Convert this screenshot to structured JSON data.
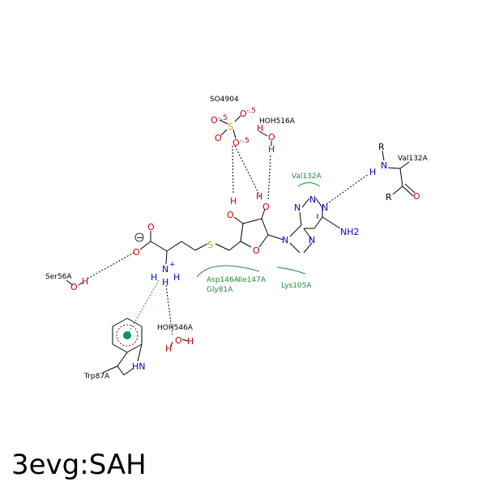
{
  "title": "3evg:SAH",
  "colors": {
    "nitrogen": "#0000cc",
    "oxygen": "#cc0000",
    "sulfur": "#c8a000",
    "hydrophobic": "#1e8c3a",
    "pi_center": "#0b9a4a"
  },
  "ligands": {
    "so4": {
      "name": "SO4904",
      "o1": "O",
      "o1_charge": "-.5",
      "o2": "O",
      "o2_charge": "-.5",
      "o3": "O",
      "o3_charge": "-.5",
      "o4": "O",
      "s": "S"
    },
    "hoh516": {
      "name": "HOH516A",
      "h1": "H",
      "o": "O",
      "h2": "H"
    },
    "hoh546": {
      "name": "HOH546A",
      "o": "O",
      "h": "H"
    }
  },
  "residues": {
    "ser56": {
      "name": "Ser56A",
      "o": "O",
      "h": "H"
    },
    "trp87": {
      "name": "Trp87A",
      "nh": "HN"
    },
    "val132_donor": {
      "name": "Val132A",
      "n": "N",
      "h": "H",
      "r1": "R",
      "r2": "R",
      "o": "O"
    },
    "hydrophobic": [
      "Val132A",
      "Asp146A",
      "Ile147A",
      "Gly81A",
      "Lys105A"
    ]
  },
  "ligand_atoms": {
    "s": "S",
    "o_ring": "O",
    "o2h": "O",
    "o2h_h": "H",
    "o3h": "O",
    "o3h_h": "H",
    "n_amine": "N",
    "n_amine_charge": "+",
    "n_h_left": "H",
    "n_h_right": "H",
    "n_h_bottom": "H",
    "carboxyl_o1": "O",
    "carboxyl_o2": "O",
    "carboxyl_charge": "−",
    "n9": "N",
    "n7": "N",
    "n3": "N",
    "n1": "N",
    "n_extra": "N",
    "nh2": "NH2"
  }
}
